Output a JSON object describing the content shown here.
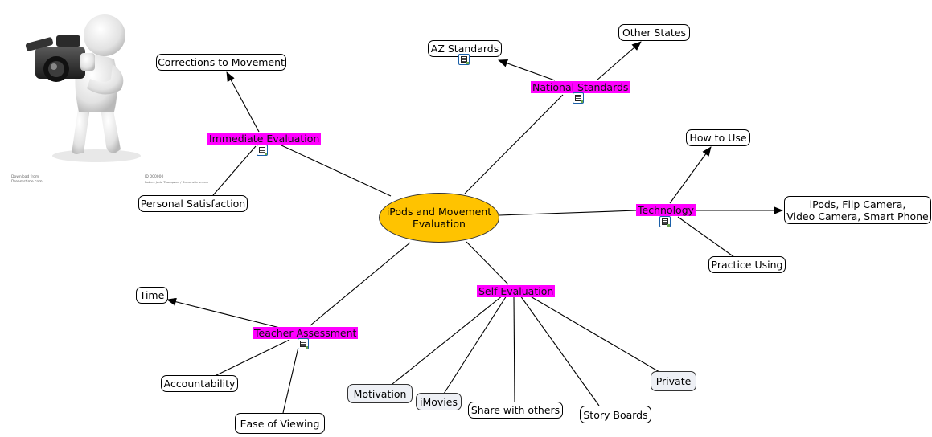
{
  "central": {
    "line1": "iPods and Movement",
    "line2": "Evaluation"
  },
  "links": {
    "immediate": "Immediate Evaluation",
    "national": "National Standards",
    "technology": "Technology",
    "self": "Self-Evaluation",
    "teacher": "Teacher Assessment"
  },
  "concepts": {
    "corrections": "Corrections to Movement",
    "personal": "Personal Satisfaction",
    "az": "AZ Standards",
    "other_states": "Other States",
    "how_to_use": "How to Use",
    "devices_line1": "iPods, Flip Camera,",
    "devices_line2": "Video Camera, Smart Phone",
    "practice": "Practice Using",
    "time": "Time",
    "accountability": "Accountability",
    "ease": "Ease of Viewing",
    "motivation": "Motivation",
    "imovies": "iMovies",
    "share": "Share with others",
    "story": "Story Boards",
    "private": "Private"
  },
  "clipart_credit": {
    "line1": "Download from",
    "line2": "Dreamstime.com",
    "line3": "ID 000000",
    "line4": "Robert Jade Thompson / Dreamstime.com"
  },
  "colors": {
    "central_fill": "#ffc300",
    "linking_phrase_fill": "#ff00ff",
    "concept_fill": "#ffffff",
    "concept_alt_fill": "#eef0f5"
  }
}
